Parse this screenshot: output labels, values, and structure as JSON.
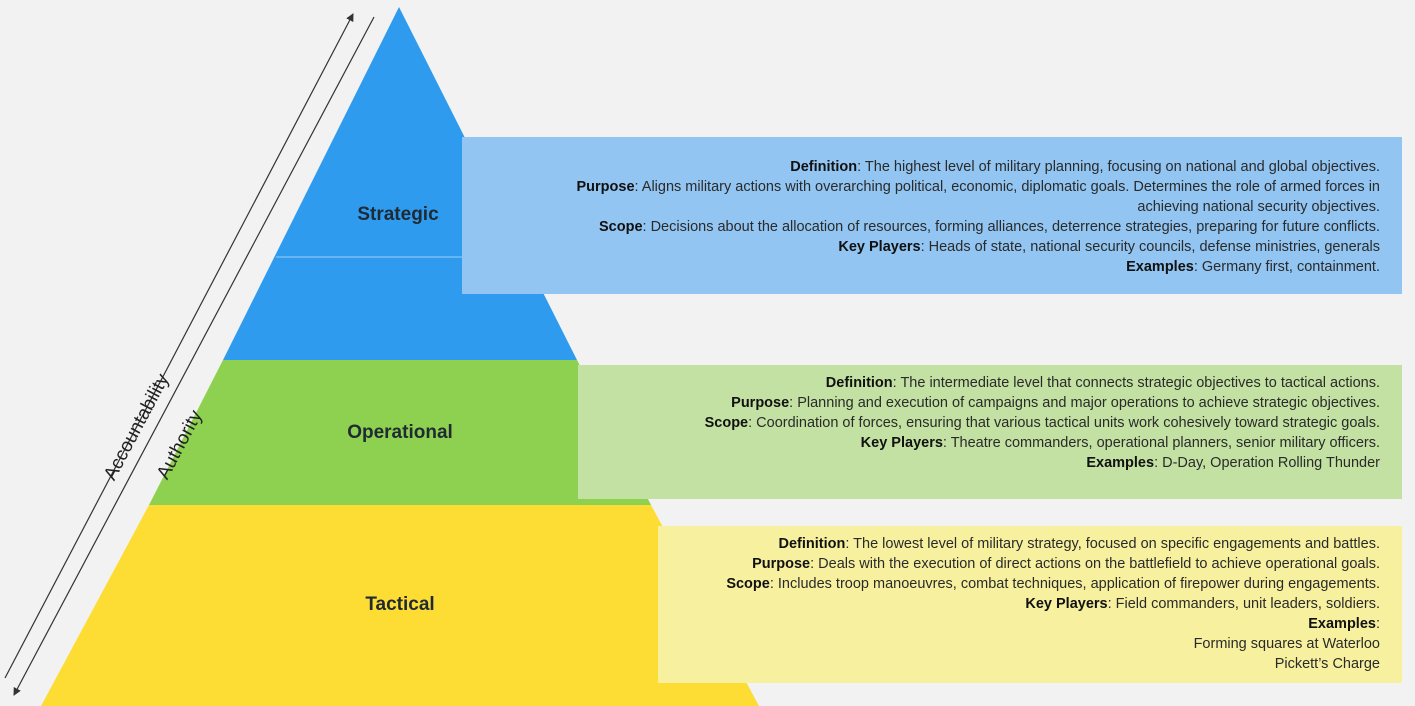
{
  "levels": {
    "strategic": {
      "name": "Strategic",
      "color": "#2f9bef",
      "definition_label": "Definition",
      "definition": ": The highest level of military planning, focusing on national and global objectives.",
      "purpose_label": "Purpose",
      "purpose_1": ": Aligns military actions with overarching political, economic, diplomatic goals. Determines the role of armed forces in",
      "purpose_2": "achieving national security objectives.",
      "scope_label": "Scope",
      "scope": ": Decisions about the allocation of resources, forming alliances, deterrence strategies, preparing for future conflicts.",
      "players_label": "Key Players",
      "players": ": Heads of state, national security councils, defense ministries, generals",
      "examples_label": "Examples",
      "examples": ": Germany first, containment."
    },
    "operational": {
      "name": "Operational",
      "color": "#8ed151",
      "definition_label": "Definition",
      "definition": ": The intermediate level that connects strategic objectives to tactical actions.",
      "purpose_label": "Purpose",
      "purpose": ": Planning and execution of campaigns and major operations to achieve strategic objectives.",
      "scope_label": "Scope",
      "scope": ": Coordination of forces, ensuring that various tactical units work cohesively toward strategic goals.",
      "players_label": "Key Players",
      "players": ": Theatre commanders, operational planners, senior military officers.",
      "examples_label": "Examples",
      "examples": ": D-Day, Operation Rolling Thunder"
    },
    "tactical": {
      "name": "Tactical",
      "color": "#fddc34",
      "definition_label": "Definition",
      "definition": ": The lowest level of military strategy, focused on specific engagements and battles.",
      "purpose_label": "Purpose",
      "purpose": ": Deals with the execution of direct actions on the battlefield to achieve operational goals.",
      "scope_label": "Scope",
      "scope": ": Includes troop manoeuvres, combat techniques, application of firepower during engagements.",
      "players_label": "Key Players",
      "players": ": Field commanders, unit leaders, soldiers.",
      "examples_label": "Examples",
      "examples": ":",
      "example_1": "Forming squares at Waterloo",
      "example_2": "Pickett’s Charge"
    }
  },
  "axes": {
    "accountability": "Accountability",
    "authority": "Authority"
  },
  "colors": {
    "background": "#f2f2f2",
    "strategic_box": "#92c5f1",
    "operational_box": "#c3e1a3",
    "tactical_box": "#f7f19f"
  }
}
